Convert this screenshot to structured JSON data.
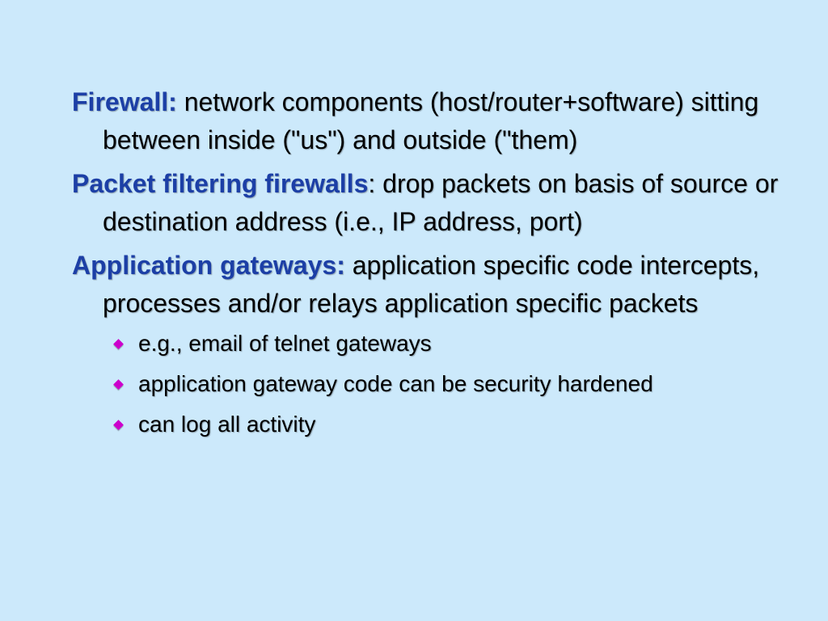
{
  "slide": {
    "paragraphs": [
      {
        "term": "Firewall:",
        "text": " network components (host/router+software) sitting between inside (\"us\") and outside (\"them)"
      },
      {
        "term": "Packet filtering firewalls",
        "punct": ":",
        "text": " drop packets on basis of source or destination address (i.e., IP address, port)"
      },
      {
        "term": "Application gateways:",
        "text": " application specific code intercepts, processes and/or relays application specific packets"
      }
    ],
    "sub_bullets": [
      "e.g., email of telnet gateways",
      "application gateway code can be security hardened",
      "can log all activity"
    ],
    "colors": {
      "background": "#cce9fb",
      "term": "#1c3fa6",
      "bullet": "#cc00cc"
    }
  }
}
